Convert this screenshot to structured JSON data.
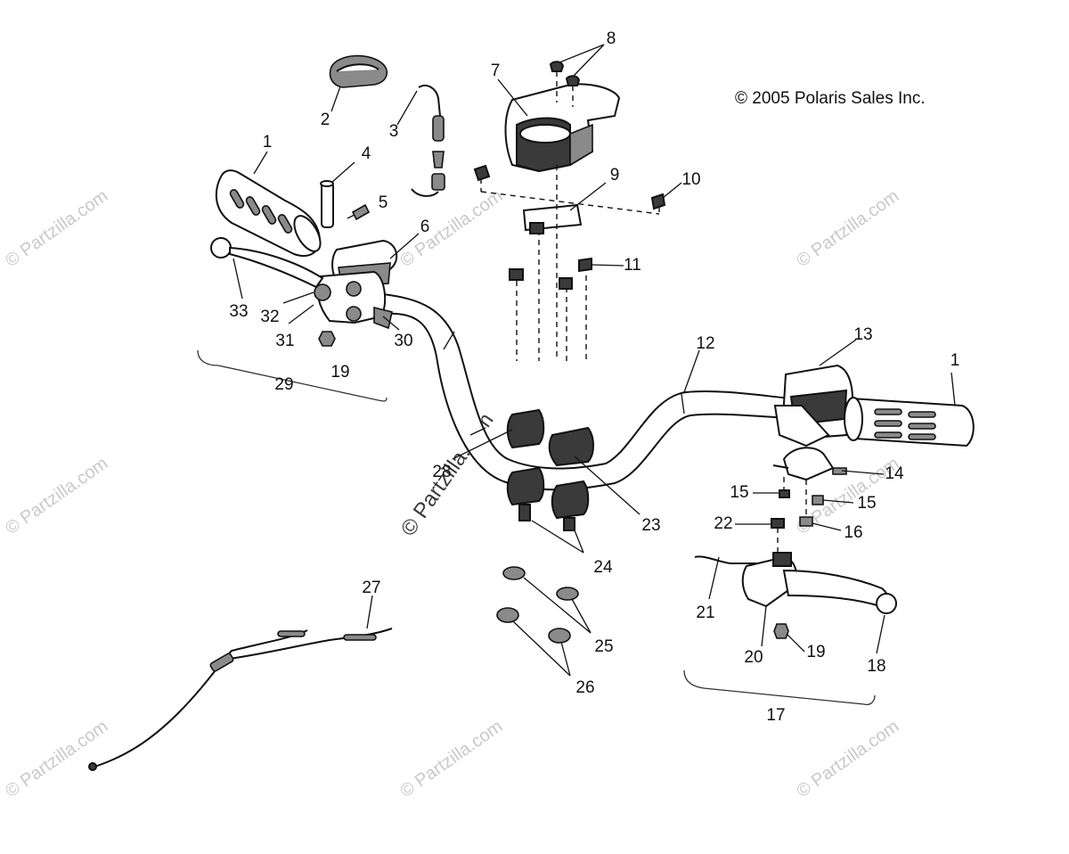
{
  "diagram": {
    "copyright": "© 2005 Polaris Sales Inc.",
    "watermark_text": "© Partzilla.com",
    "callouts": [
      {
        "id": "c1a",
        "label": "1"
      },
      {
        "id": "c1b",
        "label": "1"
      },
      {
        "id": "c2",
        "label": "2"
      },
      {
        "id": "c3",
        "label": "3"
      },
      {
        "id": "c4",
        "label": "4"
      },
      {
        "id": "c5",
        "label": "5"
      },
      {
        "id": "c6",
        "label": "6"
      },
      {
        "id": "c7",
        "label": "7"
      },
      {
        "id": "c8",
        "label": "8"
      },
      {
        "id": "c9",
        "label": "9"
      },
      {
        "id": "c10",
        "label": "10"
      },
      {
        "id": "c11",
        "label": "11"
      },
      {
        "id": "c12",
        "label": "12"
      },
      {
        "id": "c13",
        "label": "13"
      },
      {
        "id": "c14",
        "label": "14"
      },
      {
        "id": "c15a",
        "label": "15"
      },
      {
        "id": "c15b",
        "label": "15"
      },
      {
        "id": "c16",
        "label": "16"
      },
      {
        "id": "c17",
        "label": "17"
      },
      {
        "id": "c18",
        "label": "18"
      },
      {
        "id": "c19a",
        "label": "19"
      },
      {
        "id": "c19b",
        "label": "19"
      },
      {
        "id": "c20",
        "label": "20"
      },
      {
        "id": "c21",
        "label": "21"
      },
      {
        "id": "c22",
        "label": "22"
      },
      {
        "id": "c23",
        "label": "23"
      },
      {
        "id": "c24",
        "label": "24"
      },
      {
        "id": "c25",
        "label": "25"
      },
      {
        "id": "c26",
        "label": "26"
      },
      {
        "id": "c27",
        "label": "27"
      },
      {
        "id": "c28",
        "label": "28"
      },
      {
        "id": "c29",
        "label": "29"
      },
      {
        "id": "c30",
        "label": "30"
      },
      {
        "id": "c31",
        "label": "31"
      },
      {
        "id": "c32",
        "label": "32"
      },
      {
        "id": "c33",
        "label": "33"
      }
    ]
  }
}
